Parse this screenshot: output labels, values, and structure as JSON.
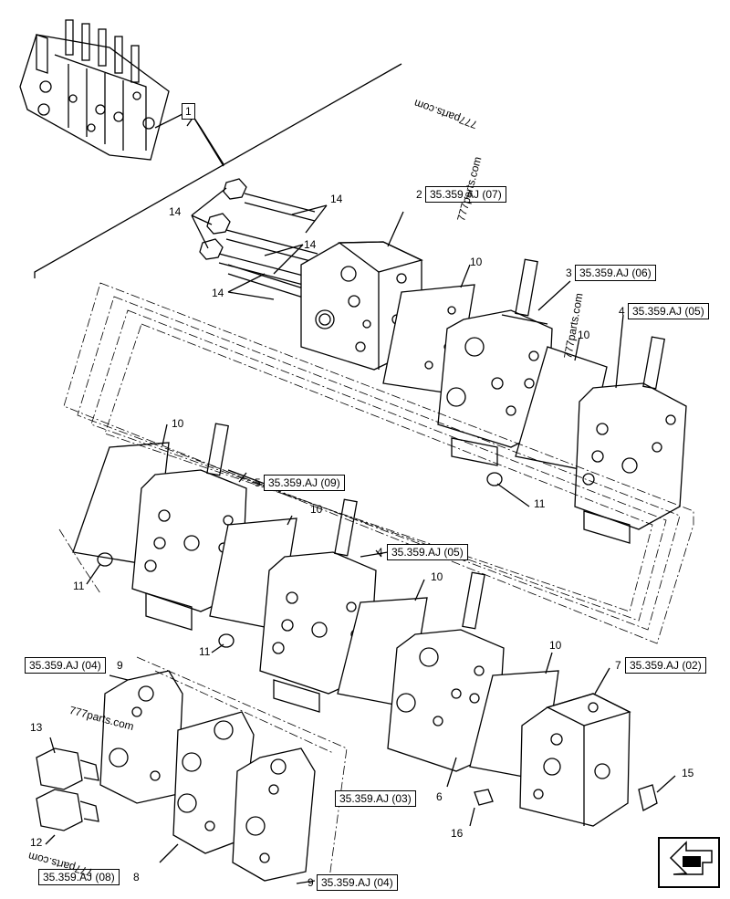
{
  "callouts": {
    "c1": "1",
    "c2": "2",
    "c3": "3",
    "c4a": "4",
    "c4b": "4",
    "c5": "5",
    "c6": "6",
    "c7": "7",
    "c8": "8",
    "c9a": "9",
    "c9b": "9",
    "c10a": "10",
    "c10b": "10",
    "c10c": "10",
    "c10d": "10",
    "c10e": "10",
    "c10f": "10",
    "c11a": "11",
    "c11b": "11",
    "c11c": "11",
    "c12": "12",
    "c13": "13",
    "c14a": "14",
    "c14b": "14",
    "c14c": "14",
    "c14d": "14",
    "c15": "15",
    "c16": "16"
  },
  "refs": {
    "r07": "35.359.AJ (07)",
    "r06": "35.359.AJ (06)",
    "r05a": "35.359.AJ (05)",
    "r09": "35.359.AJ (09)",
    "r05b": "35.359.AJ (05)",
    "r04a": "35.359.AJ (04)",
    "r02": "35.359.AJ (02)",
    "r03": "35.359.AJ (03)",
    "r08": "35.359.AJ (08)",
    "r04b": "35.359.AJ (04)"
  },
  "watermarks": {
    "w1": "777parts.com",
    "w2": "777parts.com",
    "w3": "777parts.com",
    "w4": "777parts.com",
    "w5": "777parts.com"
  },
  "icons": {
    "nav": "previous-page-arrow-icon"
  }
}
